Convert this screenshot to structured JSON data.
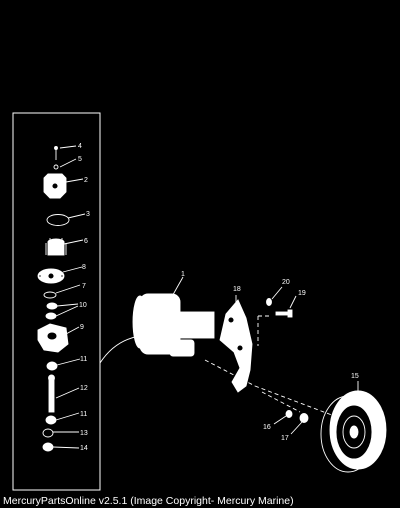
{
  "colors": {
    "background": "#000000",
    "line": "#ffffff"
  },
  "callouts": [
    "1",
    "2",
    "3",
    "4",
    "5",
    "6",
    "7",
    "8",
    "9",
    "10",
    "11",
    "11",
    "12",
    "13",
    "14",
    "15",
    "16",
    "17",
    "18",
    "19",
    "20"
  ],
  "footer": {
    "caption": "MercuryPartsOnline v2.5.1 (Image Copyright- Mercury Marine)"
  }
}
